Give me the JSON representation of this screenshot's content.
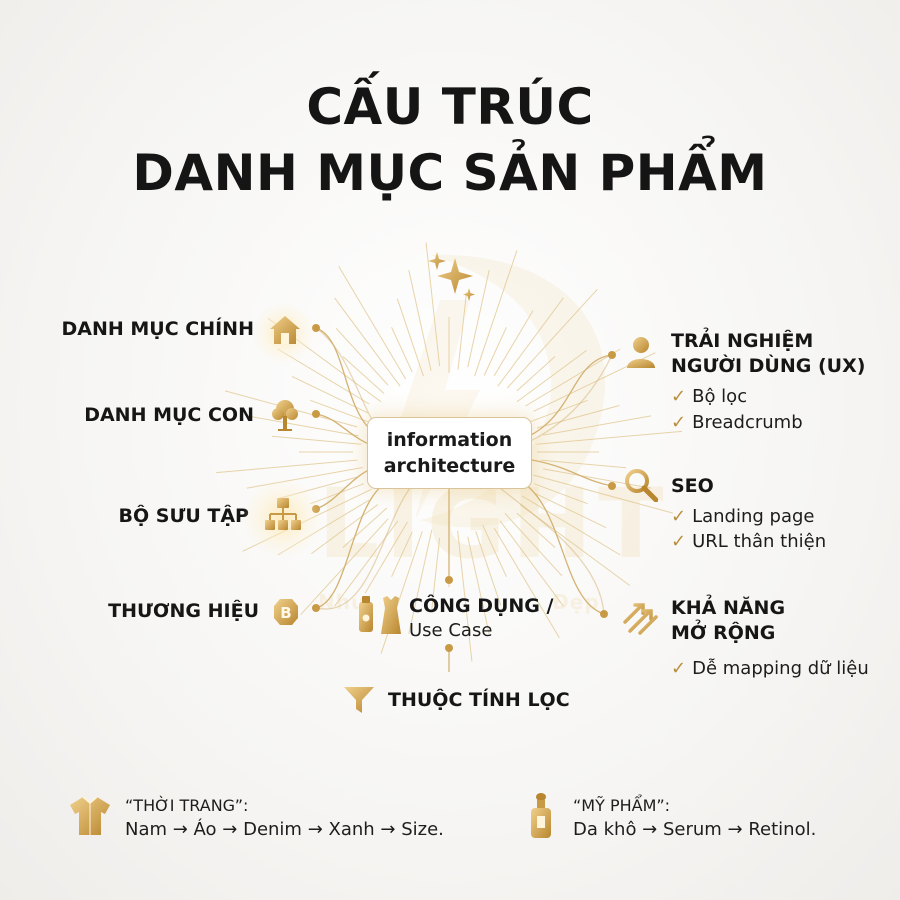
{
  "title": {
    "line1": "CẤU TRÚC",
    "line2": "DANH MỤC SẢN PHẨM"
  },
  "watermark": {
    "text": "LIGHT",
    "tagline_left": "Nhu",
    "tagline_right": "Đẹp"
  },
  "center": {
    "line1": "information",
    "line2": "architecture"
  },
  "left_nodes": [
    {
      "label": "DANH MỤC CHÍNH",
      "icon": "house-icon"
    },
    {
      "label": "DANH MỤC CON",
      "icon": "tree-icon"
    },
    {
      "label": "BỘ SƯU TẬP",
      "icon": "hierarchy-icon"
    },
    {
      "label": "THƯƠNG HIỆU",
      "icon": "brand-b-icon"
    }
  ],
  "bottom_nodes": {
    "use_case": {
      "title": "CÔNG DỤNG /",
      "subtitle": "Use Case",
      "icon": "cosmetics-clothing-icon"
    },
    "filter": {
      "label": "THUỘC TÍNH LỌC",
      "icon": "funnel-icon"
    }
  },
  "right_nodes": [
    {
      "title_line1": "TRẢI NGHIỆM",
      "title_line2": "NGƯỜI DÙNG (UX)",
      "icon": "user-icon",
      "items": [
        "Bộ lọc",
        "Breadcrumb"
      ]
    },
    {
      "title_line1": "SEO",
      "title_line2": "",
      "icon": "magnifier-icon",
      "items": [
        "Landing page",
        "URL thân thiện"
      ]
    },
    {
      "title_line1": "KHẢ NĂNG",
      "title_line2": "MỞ RỘNG",
      "icon": "growth-arrows-icon",
      "items": [
        "Dễ mapping dữ liệu"
      ]
    }
  ],
  "check_mark": "✓",
  "examples": [
    {
      "title": "“THỜI TRANG”:",
      "path": "Nam → Áo → Denim → Xanh → Size.",
      "icon": "shirt-icon"
    },
    {
      "title": "“MỸ PHẨM”:",
      "path": "Da khô → Serum → Retinol.",
      "icon": "serum-bottle-icon"
    }
  ],
  "colors": {
    "gold": "#c99a45",
    "gold_light": "#e8c987",
    "line": "#d7b67a",
    "text": "#151515"
  }
}
